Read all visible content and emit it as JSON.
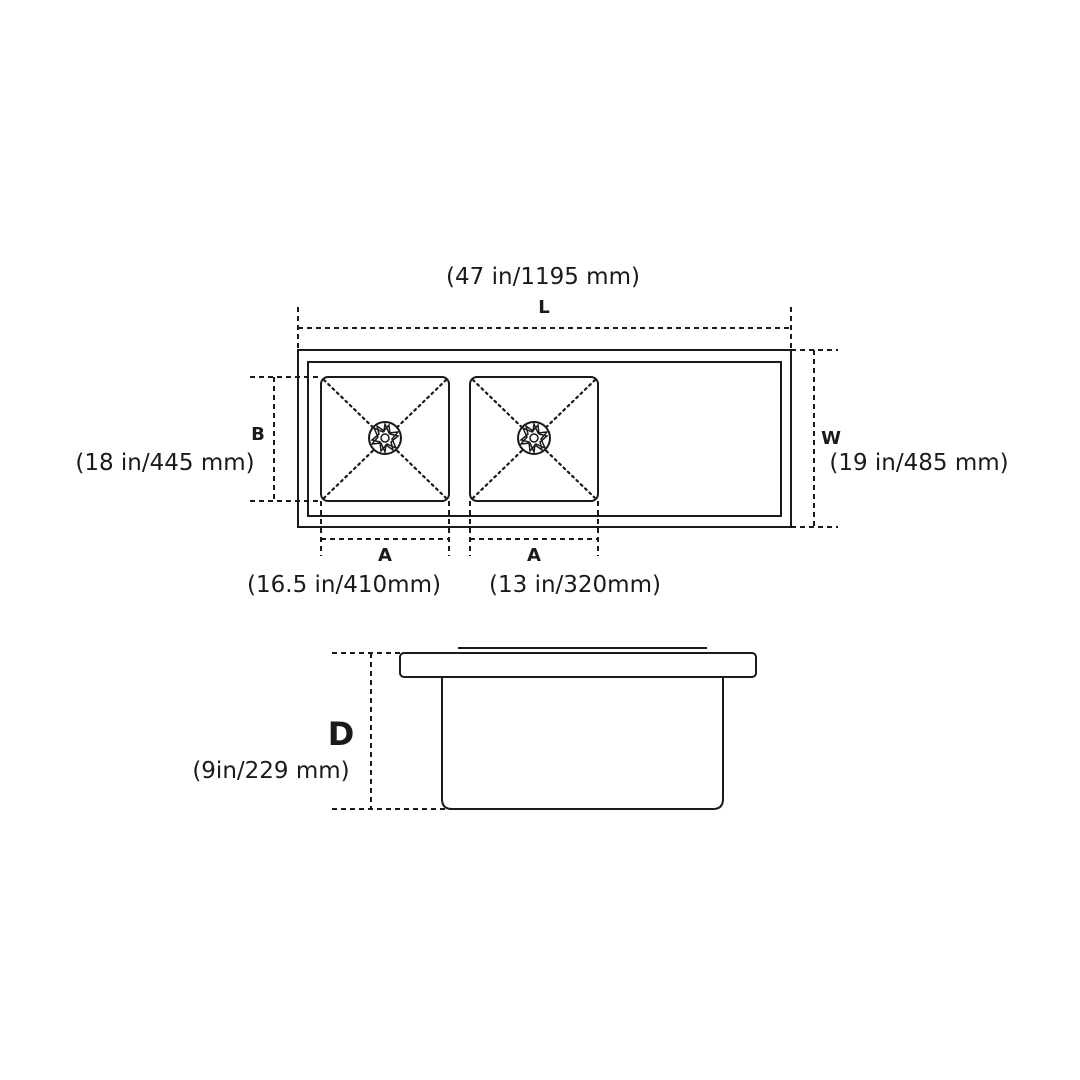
{
  "top_view": {
    "length": {
      "letter": "L",
      "value": "(47 in/1195 mm)"
    },
    "width": {
      "letter": "W",
      "value": "(19 in/485 mm)"
    },
    "bowl_depth": {
      "letter": "B",
      "value": "(18 in/445 mm)"
    },
    "bowl_left": {
      "letter": "A",
      "value": "(16.5 in/410mm)"
    },
    "bowl_right": {
      "letter": "A",
      "value": "(13 in/320mm)"
    }
  },
  "side_view": {
    "depth": {
      "letter": "D",
      "value": "(9in/229 mm)"
    }
  },
  "icons": [
    "drain-icon"
  ]
}
